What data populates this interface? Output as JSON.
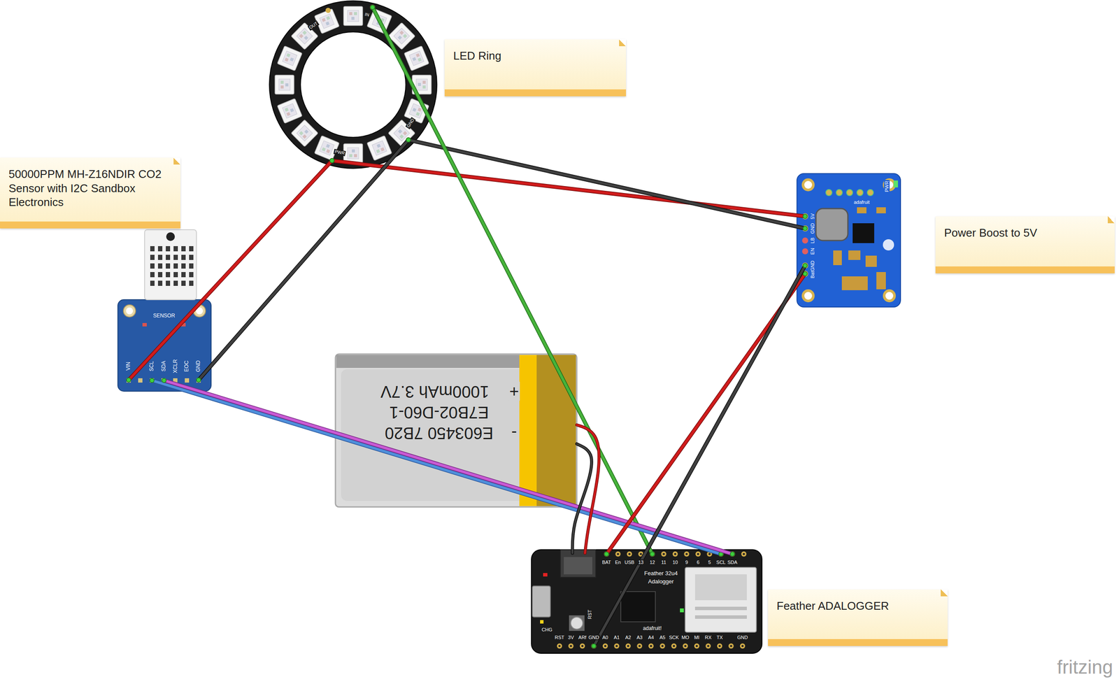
{
  "diagram": {
    "nodes": [
      {
        "text": [
          "OUT",
          "IN",
          "PWR",
          "GND"
        ]
      },
      {
        "text": [
          "LED Ring"
        ]
      },
      {
        "text": [
          "50000PPM MH-Z16NDIR CO2 Sensor with I2C Sandbox Electronics"
        ]
      },
      {
        "text": [
          "PWR",
          "adafruit",
          "5V",
          "GND",
          "LB",
          "EN",
          "BatGND"
        ]
      },
      {
        "text": [
          "Power Boost to 5V"
        ]
      },
      {
        "text": [
          "SENSOR",
          "VIN",
          "SCL",
          "SDA",
          "XCLR",
          "EOC",
          "GND"
        ]
      },
      {
        "text": [
          "+",
          "1000mAh 3.7V",
          "E7B02-D60-1",
          "E603450 7B20",
          "-"
        ]
      },
      {
        "text": [
          "BAT",
          "En",
          "USB",
          "13",
          "12",
          "11",
          "10",
          "9",
          "6",
          "5",
          "SCL",
          "SDA",
          "Feather 32u4",
          "Adalogger",
          "RST",
          "CHG",
          "adafruit!",
          "RST",
          "3V",
          "ARf",
          "GND",
          "A0",
          "A1",
          "A2",
          "A3",
          "A4",
          "A5",
          "SCK",
          "MO",
          "MI",
          "RX",
          "TX",
          "GND"
        ]
      },
      {
        "text": [
          "Feather ADALOGGER"
        ]
      }
    ],
    "edges": [
      {
        "from": 0,
        "to": 3,
        "arrow": "none"
      },
      {
        "from": 0,
        "to": 3,
        "arrow": "none"
      },
      {
        "from": 0,
        "to": 7,
        "arrow": "none"
      },
      {
        "from": 5,
        "to": 0,
        "arrow": "none"
      },
      {
        "from": 5,
        "to": 0,
        "arrow": "none"
      },
      {
        "from": 5,
        "to": 7,
        "arrow": "none"
      },
      {
        "from": 5,
        "to": 7,
        "arrow": "none"
      },
      {
        "from": 7,
        "to": 3,
        "arrow": "none"
      },
      {
        "from": 7,
        "to": 3,
        "arrow": "none"
      },
      {
        "from": 6,
        "to": 7,
        "arrow": "none"
      },
      {
        "from": 6,
        "to": 7,
        "arrow": "none"
      }
    ],
    "labels": [
      "fritzing"
    ]
  }
}
